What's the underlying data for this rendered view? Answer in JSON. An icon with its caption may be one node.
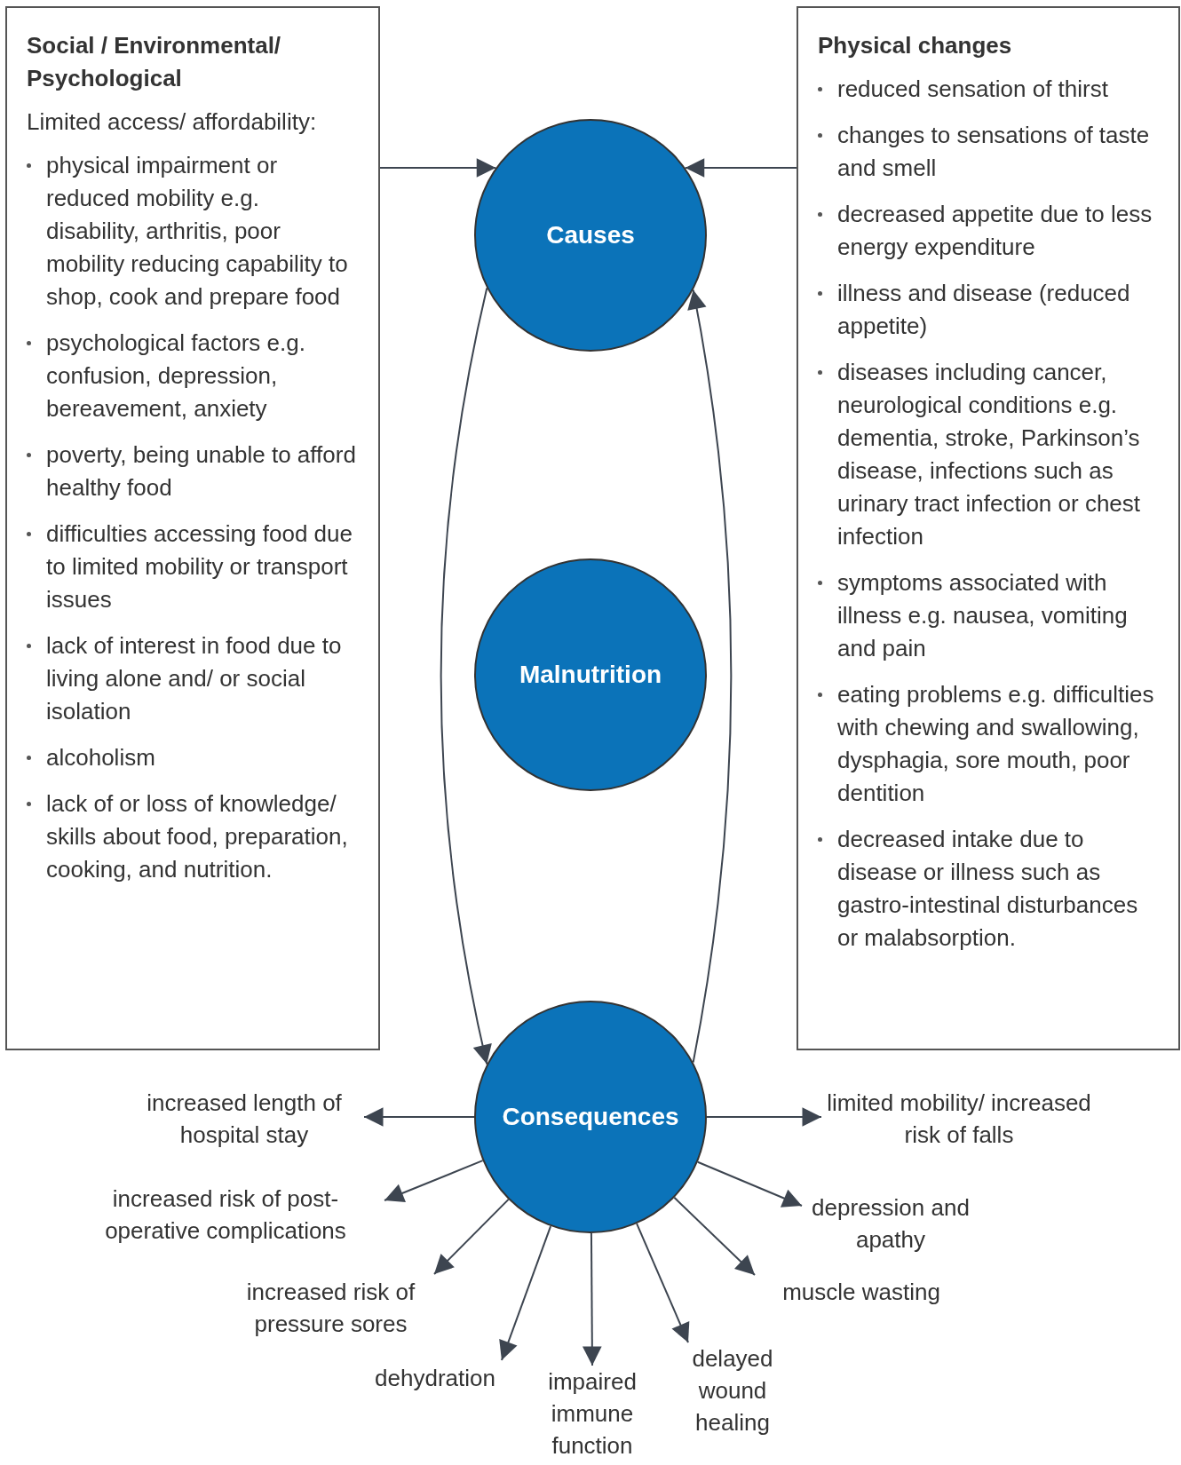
{
  "diagram": {
    "nodes": [
      {
        "text": [
          "Social / Environmental/ Psychological",
          "Limited access/ affordability:",
          "physical impairment or reduced mobility e.g. disability, arthritis, poor mobility reducing capability to shop, cook and prepare food",
          "psychological factors e.g. confusion, depression, bereavement, anxiety",
          "poverty, being unable to afford healthy food",
          "difficulties accessing food due to limited mobility or transport issues",
          "lack of interest in food due to living alone and/ or social isolation",
          "alcoholism",
          "lack of or loss of knowledge/ skills about food, preparation, cooking, and nutrition."
        ]
      },
      {
        "text": [
          "Physical changes",
          "reduced sensation of thirst",
          "changes to sensations of taste and smell",
          "decreased appetite due to less energy expenditure",
          "illness and disease (reduced appetite)",
          "diseases including cancer, neurological conditions e.g. dementia, stroke, Parkinson’s disease, infections such as urinary tract infection or chest infection",
          "symptoms associated with illness e.g. nausea, vomiting and pain",
          "eating problems e.g. difficulties with chewing and swallowing, dysphagia, sore mouth, poor dentition",
          "decreased intake due to disease or illness such as gastro-intestinal disturbances or malabsorption."
        ]
      },
      {
        "text": [
          "Causes"
        ]
      },
      {
        "text": [
          "Malnutrition"
        ]
      },
      {
        "text": [
          "Consequences"
        ]
      },
      {
        "text": [
          "increased length of hospital stay"
        ]
      },
      {
        "text": [
          "limited mobility/ increased risk of falls"
        ]
      },
      {
        "text": [
          "increased risk of post-operative complications"
        ]
      },
      {
        "text": [
          "depression and apathy"
        ]
      },
      {
        "text": [
          "increased risk of pressure sores"
        ]
      },
      {
        "text": [
          "muscle wasting"
        ]
      },
      {
        "text": [
          "dehydration"
        ]
      },
      {
        "text": [
          "impaired immune function"
        ]
      },
      {
        "text": [
          "delayed wound healing"
        ]
      }
    ],
    "edges": [
      {
        "from": 0,
        "to": 2,
        "arrow": "to"
      },
      {
        "from": 1,
        "to": 2,
        "arrow": "to"
      },
      {
        "from": 2,
        "to": 4,
        "arrow": "to"
      },
      {
        "from": 4,
        "to": 2,
        "arrow": "to"
      },
      {
        "from": 4,
        "to": 5,
        "arrow": "to"
      },
      {
        "from": 4,
        "to": 6,
        "arrow": "to"
      },
      {
        "from": 4,
        "to": 7,
        "arrow": "to"
      },
      {
        "from": 4,
        "to": 8,
        "arrow": "to"
      },
      {
        "from": 4,
        "to": 9,
        "arrow": "to"
      },
      {
        "from": 4,
        "to": 10,
        "arrow": "to"
      },
      {
        "from": 4,
        "to": 11,
        "arrow": "to"
      },
      {
        "from": 4,
        "to": 12,
        "arrow": "to"
      },
      {
        "from": 4,
        "to": 13,
        "arrow": "to"
      }
    ]
  }
}
